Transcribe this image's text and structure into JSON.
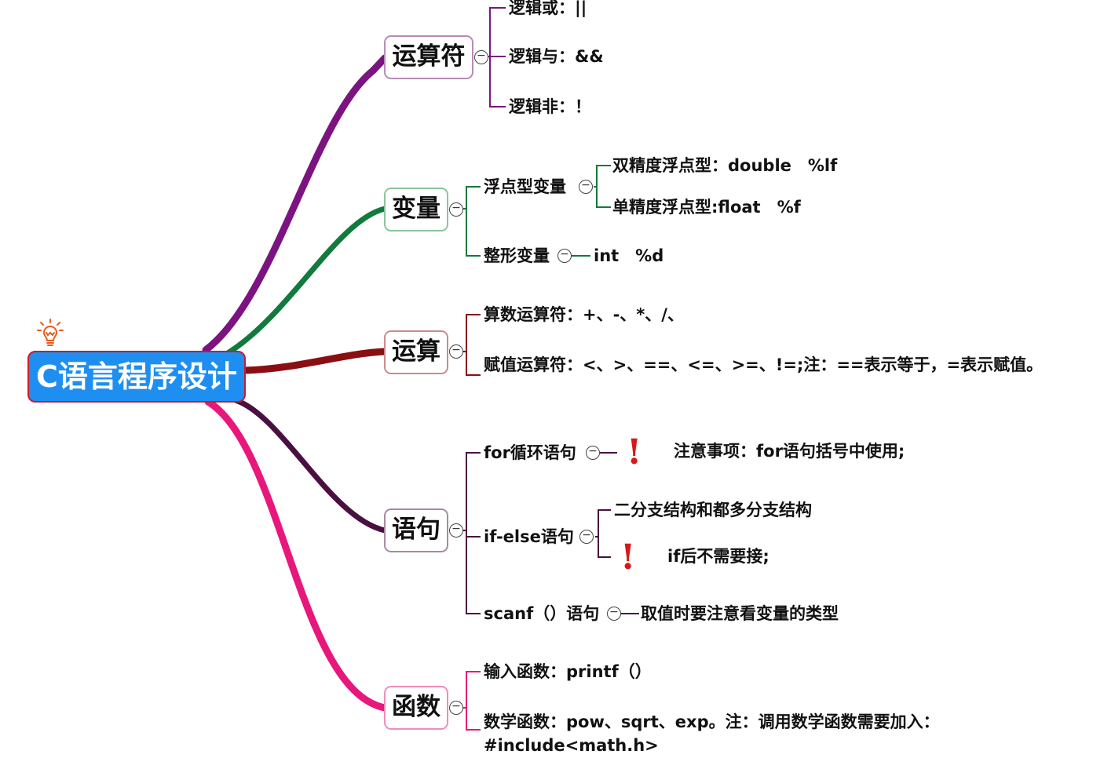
{
  "root": {
    "label": "C语言程序设计",
    "icon": "lightbulb-icon"
  },
  "collapse_symbol": "−",
  "branches": {
    "operators": {
      "label": "运算符",
      "color": "#7b1480",
      "leaves": [
        "逻辑或：||",
        "逻辑与：&&",
        "逻辑非：！"
      ]
    },
    "variables": {
      "label": "变量",
      "color": "#127a3c",
      "float": {
        "label": "浮点型变量",
        "children": [
          "双精度浮点型：double　%lf",
          "单精度浮点型:float　%f"
        ]
      },
      "int": {
        "label": "整形变量",
        "child": "int　%d"
      }
    },
    "arithmetic": {
      "label": "运算",
      "color": "#8a0f12",
      "leaves": [
        "算数运算符：+、-、*、/、",
        "赋值运算符：<、>、==、<=、>=、!=;注：==表示等于，=表示赋值。"
      ]
    },
    "statements": {
      "label": "语句",
      "color": "#4a1040",
      "for": {
        "label": "for循环语句",
        "note": "注意事项：for语句括号中使用;"
      },
      "ifelse": {
        "label": "if-else语句",
        "children": [
          "二分支结构和都多分支结构",
          "if后不需要接;"
        ]
      },
      "scanf": {
        "label": "scanf（）语句",
        "child": "取值时要注意看变量的类型"
      }
    },
    "functions": {
      "label": "函数",
      "color": "#e8177c",
      "leaves": [
        "输入函数：printf（）",
        "数学函数：pow、sqrt、exp。注：调用数学函数需要加入：#include<math.h>"
      ]
    }
  },
  "warning_icon": "exclamation-icon",
  "warning_symbol": "!"
}
